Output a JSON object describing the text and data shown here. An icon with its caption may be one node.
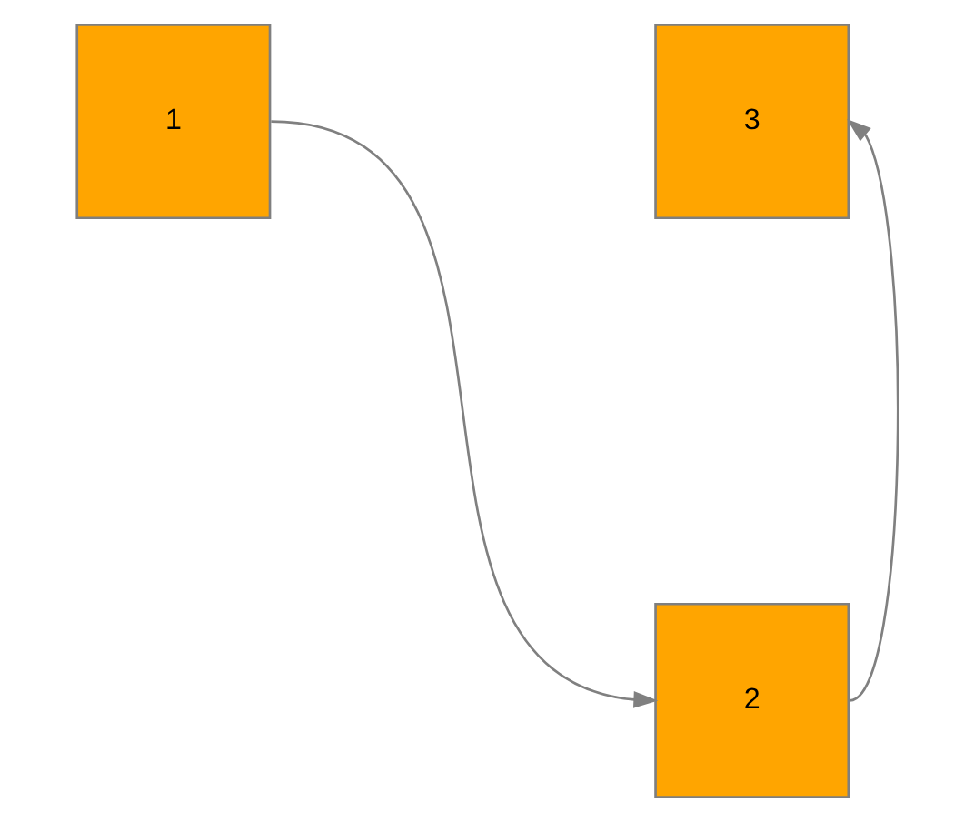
{
  "diagram": {
    "nodes": [
      {
        "text": [
          "1"
        ]
      },
      {
        "text": [
          "3"
        ]
      },
      {
        "text": [
          "2"
        ]
      }
    ],
    "edges": [
      {
        "from": 0,
        "to": 2,
        "arrow": "to"
      },
      {
        "from": 2,
        "to": 1,
        "arrow": "to"
      }
    ]
  }
}
